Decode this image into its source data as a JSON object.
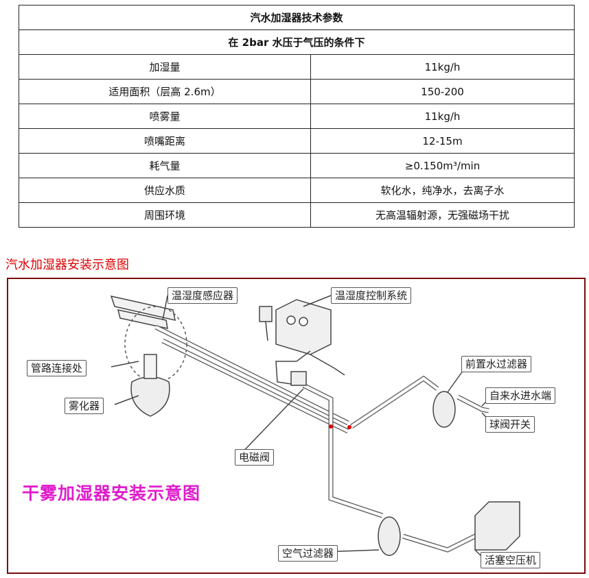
{
  "table": {
    "title": "汽水加湿器技术参数",
    "subtitle": "在 2bar 水压于气压的条件下",
    "rows": [
      {
        "param": "加湿量",
        "value": "11kg/h"
      },
      {
        "param": "适用面积（层高 2.6m）",
        "value": "150-200"
      },
      {
        "param": "喷雾量",
        "value": "11kg/h"
      },
      {
        "param": "喷嘴距离",
        "value": "12-15m"
      },
      {
        "param": "耗气量",
        "value": "≥0.150m³/min"
      },
      {
        "param": "供应水质",
        "value": "软化水，纯净水，去离子水"
      },
      {
        "param": "周围环境",
        "value": "无高温辐射源，无强磁场干扰"
      }
    ]
  },
  "diagram": {
    "section_title": "汽水加湿器安装示意图",
    "main_title": "干雾加湿器安装示意图",
    "labels": {
      "sensor": "温湿度感应器",
      "control": "温湿度控制系统",
      "pipe_joint": "管路连接处",
      "atomizer": "雾化器",
      "prefilter": "前置水过滤器",
      "water_inlet": "自来水进水端",
      "ball_valve": "球阀开关",
      "solenoid": "电磁阀",
      "air_filter": "空气过滤器",
      "compressor": "活塞空压机"
    }
  }
}
